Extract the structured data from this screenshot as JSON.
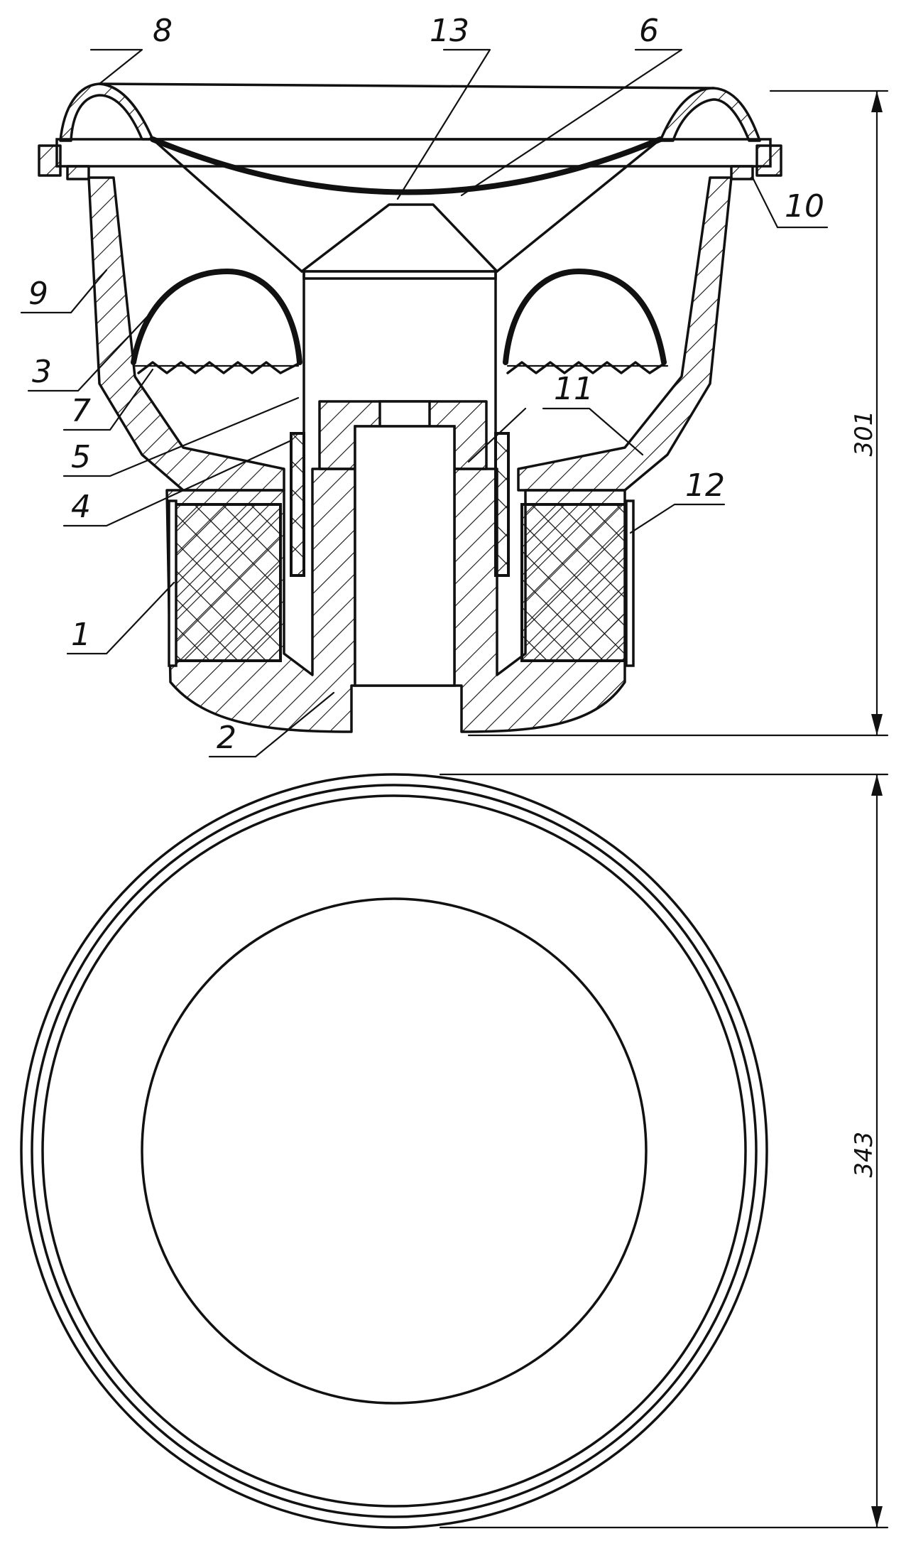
{
  "callouts": [
    {
      "id": "1",
      "text": "1"
    },
    {
      "id": "2",
      "text": "2"
    },
    {
      "id": "3",
      "text": "3"
    },
    {
      "id": "4",
      "text": "4"
    },
    {
      "id": "5",
      "text": "5"
    },
    {
      "id": "6",
      "text": "6"
    },
    {
      "id": "7",
      "text": "7"
    },
    {
      "id": "8",
      "text": "8"
    },
    {
      "id": "9",
      "text": "9"
    },
    {
      "id": "10",
      "text": "10"
    },
    {
      "id": "11",
      "text": "11"
    },
    {
      "id": "12",
      "text": "12"
    },
    {
      "id": "13",
      "text": "13"
    }
  ],
  "dimensions": {
    "height": "301",
    "diameter": "343"
  },
  "colors": {
    "ink": "#111111",
    "paper": "#ffffff"
  }
}
